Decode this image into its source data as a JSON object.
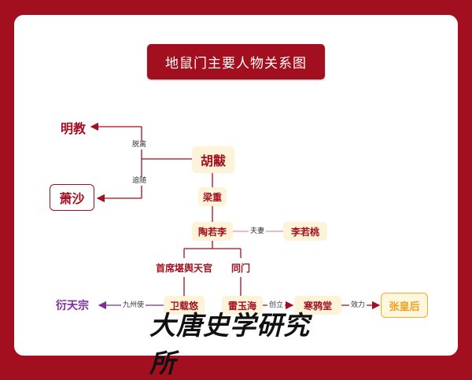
{
  "title": "地鼠门主要人物关系图",
  "nodes": {
    "mingjiao": "明教",
    "xiaosha": "萧沙",
    "hudan": "胡黻",
    "liangzhong": "梁重",
    "taoruoli": "陶若李",
    "liruotao": "李若桃",
    "shouxi": "首席堪舆天官",
    "tongmen": "同门",
    "yantianzong": "衍天宗",
    "weizaiyou": "卫载悠",
    "leiyuhai": "雷玉海",
    "hanyatang": "寒鸦堂",
    "zhanghuanghou": "张皇后"
  },
  "edges": {
    "tuoli": "脱离",
    "zhuisui": "追随",
    "fuqi": "夫妻",
    "jiuzhoushi": "九州使",
    "chuangli": "创立",
    "xiaoli": "效力"
  },
  "footer": "大唐史学研究所",
  "colors": {
    "brand_red": "#a20f1e",
    "cream": "#fcf3d8",
    "gold": "#f0ac2b",
    "purple": "#7b2f9f",
    "pink_line": "#ee8d97"
  }
}
